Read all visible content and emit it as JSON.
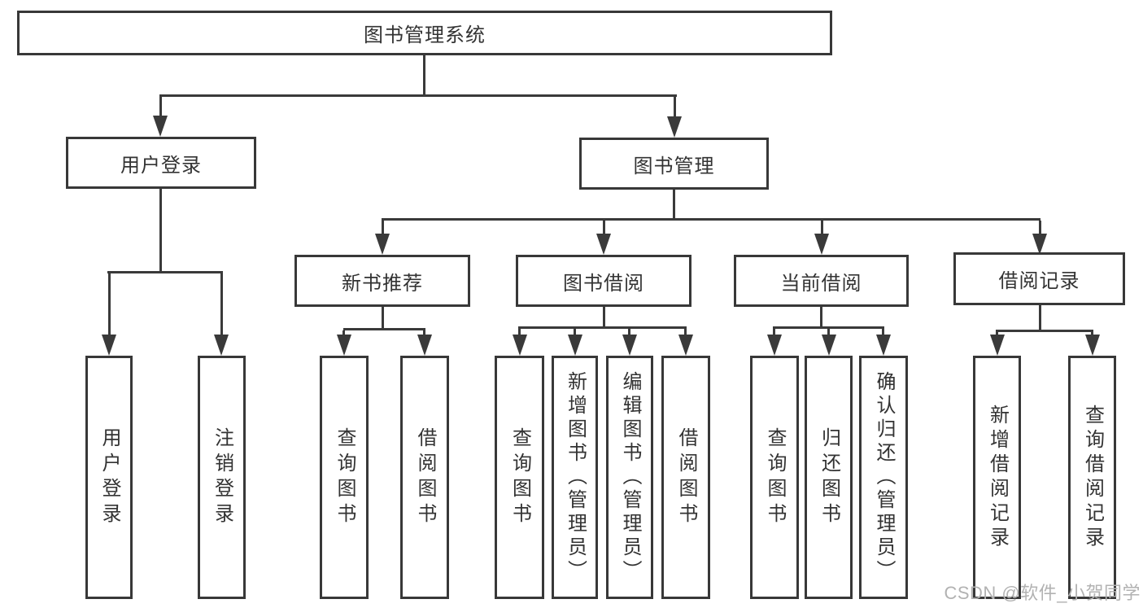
{
  "diagram_type": "hierarchy-structure-chart",
  "colors": {
    "line": "#3a3a3a",
    "box_border": "#383838",
    "text": "#333333",
    "watermark": "#b2b2b2",
    "background": "#ffffff"
  },
  "tree": {
    "root": {
      "label": "图书管理系统",
      "children": [
        {
          "label": "用户登录",
          "children": [
            {
              "label": "用户登录"
            },
            {
              "label": "注销登录"
            }
          ]
        },
        {
          "label": "图书管理",
          "children": [
            {
              "label": "新书推荐",
              "children": [
                {
                  "label": "查询图书"
                },
                {
                  "label": "借阅图书"
                }
              ]
            },
            {
              "label": "图书借阅",
              "children": [
                {
                  "label": "查询图书"
                },
                {
                  "label": "新增图书（管理员）"
                },
                {
                  "label": "编辑图书（管理员）"
                },
                {
                  "label": "借阅图书"
                }
              ]
            },
            {
              "label": "当前借阅",
              "children": [
                {
                  "label": "查询图书"
                },
                {
                  "label": "归还图书"
                },
                {
                  "label": "确认归还（管理员）"
                }
              ]
            },
            {
              "label": "借阅记录",
              "children": [
                {
                  "label": "新增借阅记录"
                },
                {
                  "label": "查询借阅记录"
                }
              ]
            }
          ]
        }
      ]
    }
  },
  "watermark": {
    "text": "CSDN @软件_小贺同学"
  }
}
